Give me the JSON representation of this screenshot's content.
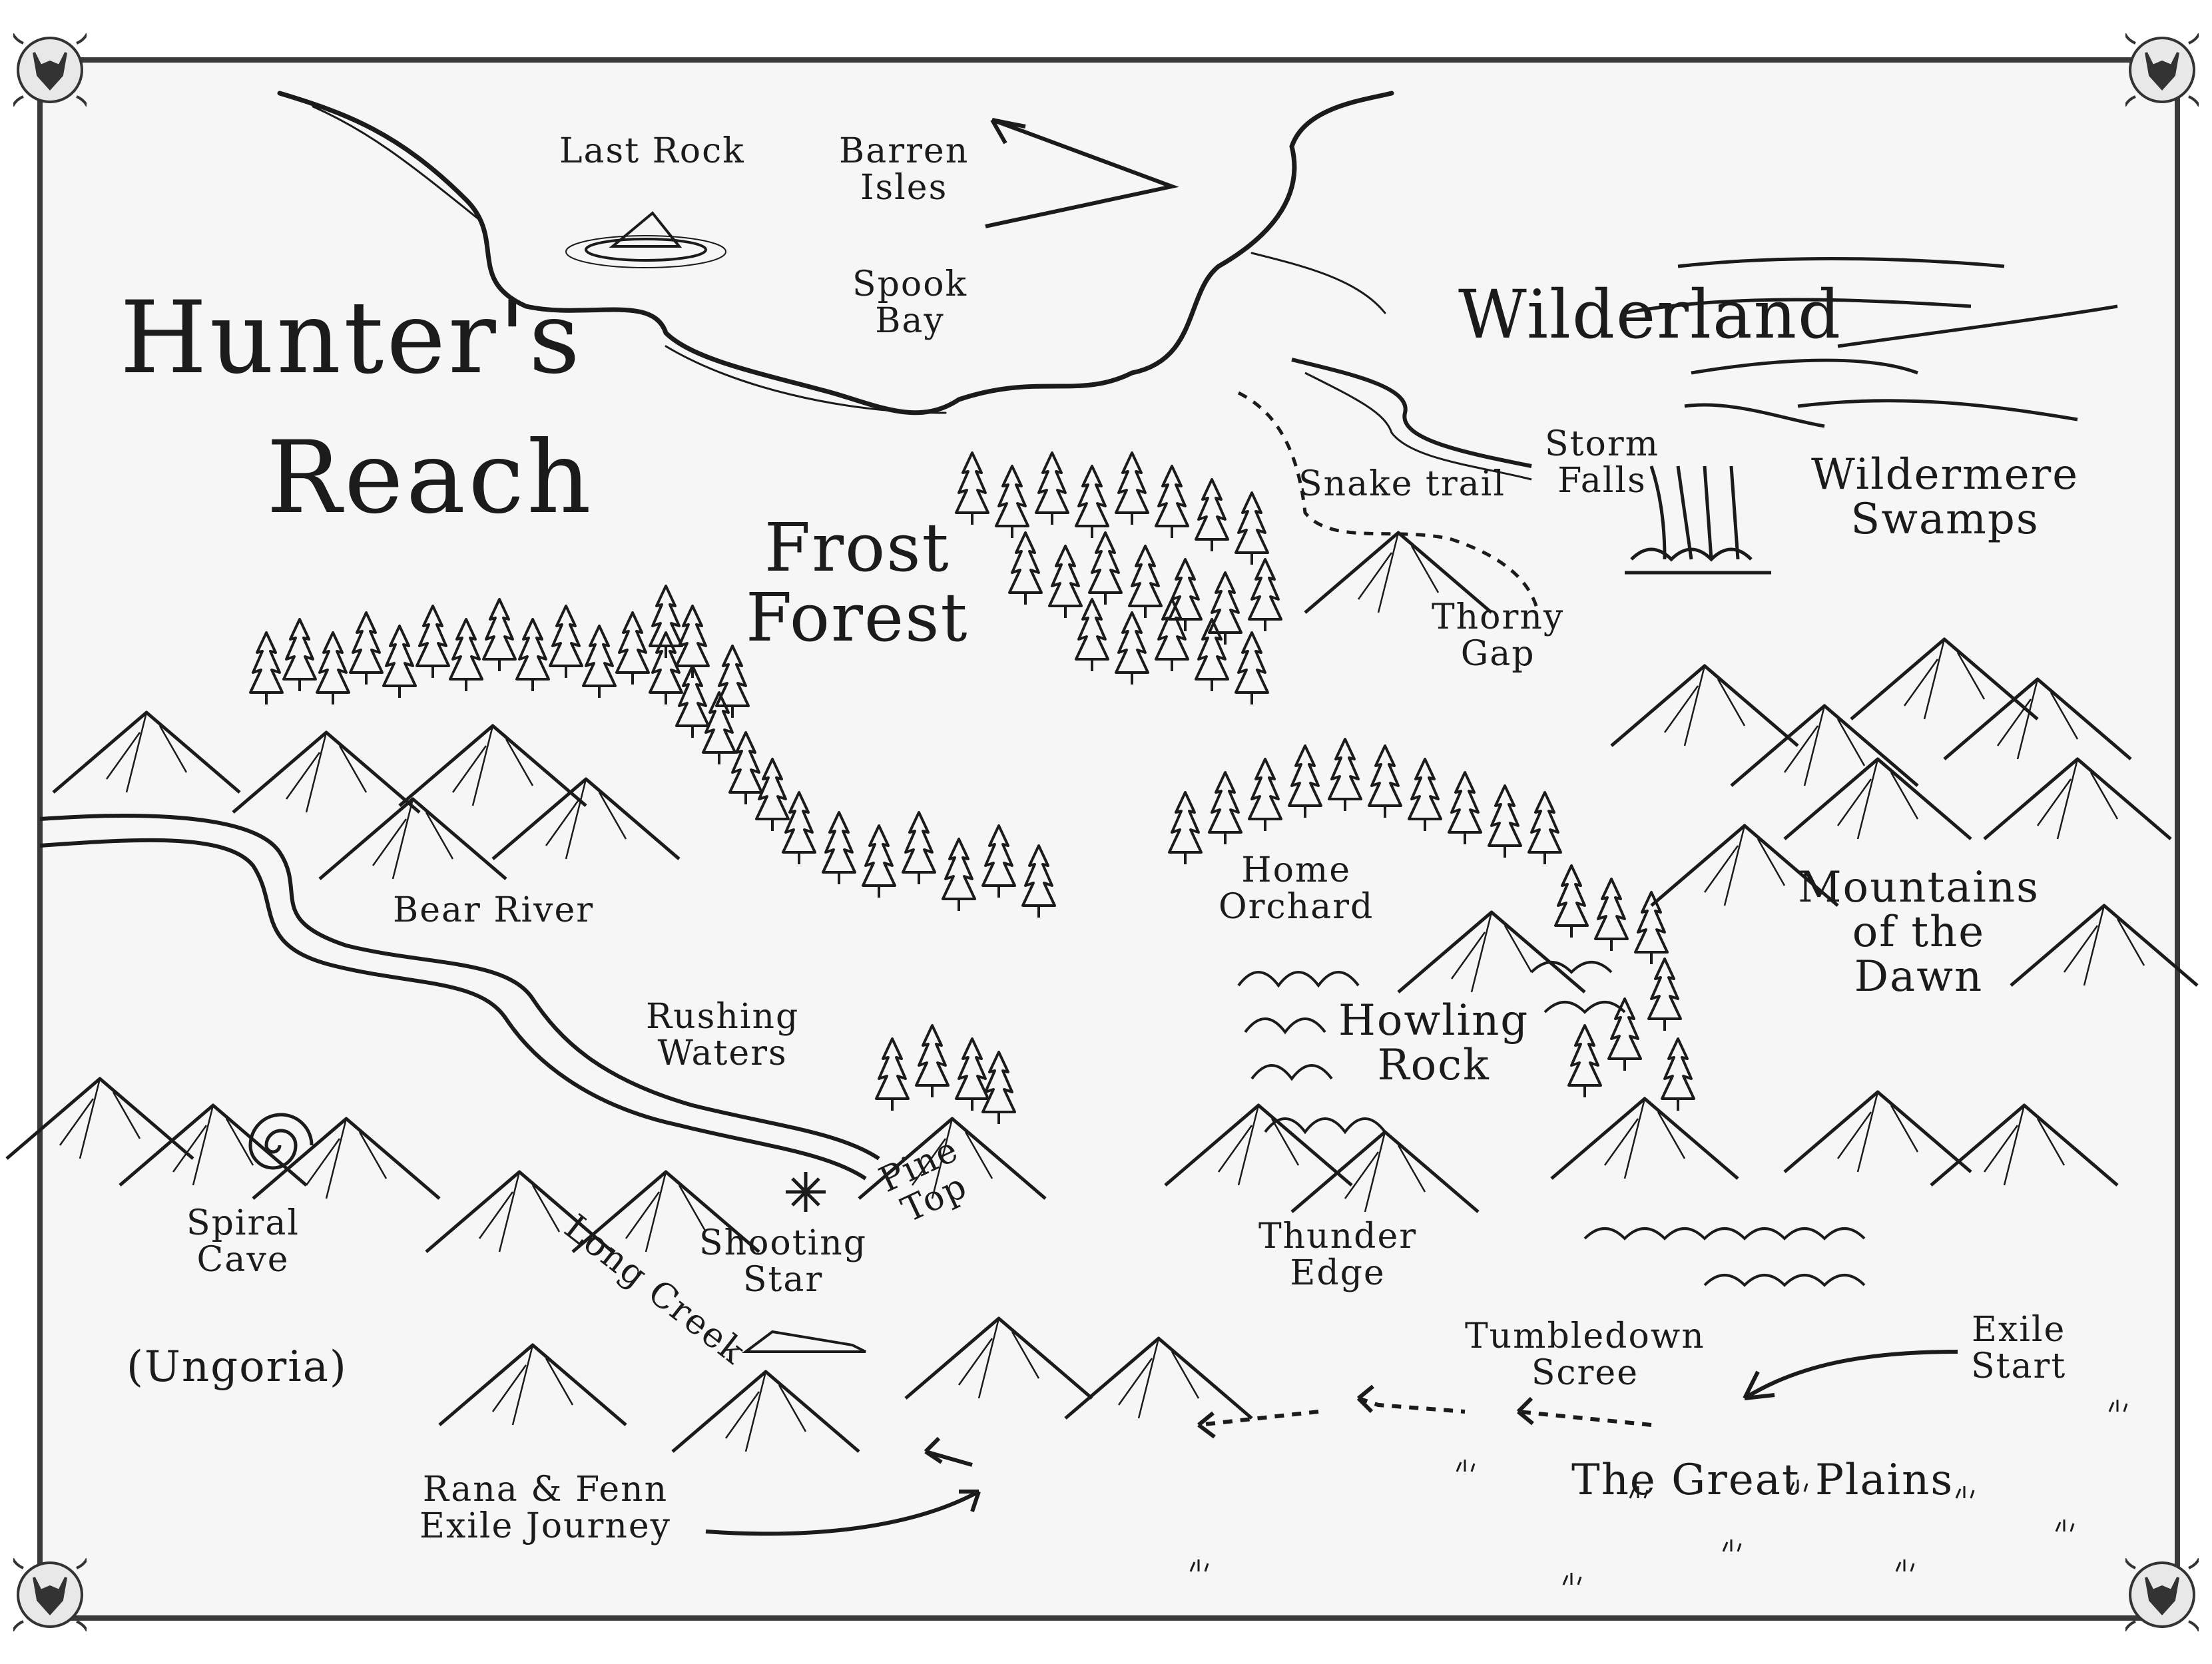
{
  "title": {
    "line1": "Hunter's",
    "line2": "Reach"
  },
  "regions": {
    "wilderland": "Wilderland",
    "frost_forest": "Frost\nForest",
    "mountains_of_the_dawn": "Mountains\nof the\nDawn",
    "wildermere_swamps": "Wildermere\nSwamps",
    "great_plains": "The Great Plains",
    "ungoria": "(Ungoria)"
  },
  "places": {
    "last_rock": "Last Rock",
    "barren_isles": "Barren\nIsles",
    "spook_bay": "Spook\nBay",
    "snake_trail": "Snake trail",
    "storm_falls": "Storm\nFalls",
    "thorny_gap": "Thorny\nGap",
    "home_orchard": "Home\nOrchard",
    "bear_river": "Bear River",
    "rushing_waters": "Rushing\nWaters",
    "howling_rock": "Howling\nRock",
    "spiral_cave": "Spiral\nCave",
    "pine_top": "Pine\nTop",
    "shooting_star": "Shooting\nStar",
    "long_creek": "Long Creek",
    "thunder_edge": "Thunder\nEdge",
    "tumbledown_scree": "Tumbledown\nScree",
    "exile_start": "Exile\nStart",
    "exile_journey": "Rana & Fenn\nExile  Journey"
  },
  "icons": {
    "corner": "wolf-head-icon",
    "north_arrow": "direction-arrow-icon",
    "spiral": "spiral-cave-icon",
    "star": "shooting-star-icon"
  },
  "colors": {
    "ink": "#1b1b1b",
    "paper": "#f6f6f6",
    "frame": "#3a3a3a"
  }
}
